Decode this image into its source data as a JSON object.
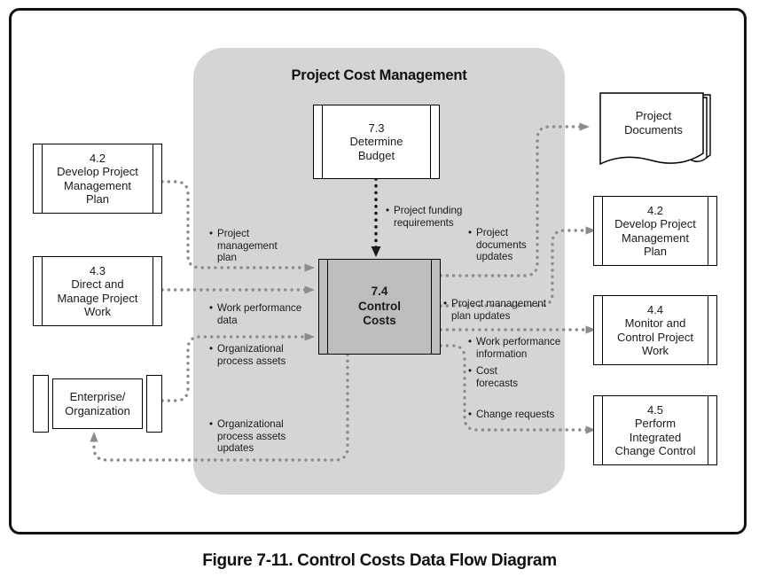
{
  "figure": {
    "caption": "Figure 7-11. Control Costs Data Flow Diagram"
  },
  "knowledge_area": {
    "title": "Project Cost Management",
    "fill_color": "#d5d5d5"
  },
  "colors": {
    "panel_gray": "#d5d5d5",
    "current_process_gray": "#bdbdbd",
    "connector_gray": "#8c8c8c",
    "arrow_gray": "#8c8c8c",
    "solid_arrow_black": "#1a1a1a",
    "border_black": "#000000",
    "page_white": "#ffffff"
  },
  "processes": {
    "inputs_left": [
      {
        "id": "4.2",
        "number": "4.2",
        "name": "Develop Project\nManagement\nPlan",
        "label": "4.2\nDevelop Project\nManagement\nPlan",
        "shape": "process-box"
      },
      {
        "id": "4.3",
        "number": "4.3",
        "name": "Direct and\nManage Project\nWork",
        "label": "4.3\nDirect and\nManage Project\nWork",
        "shape": "process-box"
      },
      {
        "id": "enterprise",
        "number": "",
        "name": "Enterprise/\nOrganization",
        "label": "Enterprise/\nOrganization",
        "shape": "organization-box"
      }
    ],
    "inside_top": {
      "id": "7.3",
      "number": "7.3",
      "name": "Determine\nBudget",
      "label": "7.3\nDetermine\nBudget",
      "shape": "process-box"
    },
    "current": {
      "id": "7.4",
      "number": "7.4",
      "name": "Control\nCosts",
      "label": "7.4\nControl\nCosts",
      "shape": "process-box-highlighted"
    },
    "outputs_right": [
      {
        "id": "project-documents",
        "number": "",
        "name": "Project\nDocuments",
        "label": "Project\nDocuments",
        "shape": "documents-stack"
      },
      {
        "id": "4.2-out",
        "number": "4.2",
        "name": "Develop Project\nManagement\nPlan",
        "label": "4.2\nDevelop Project\nManagement\nPlan",
        "shape": "process-box"
      },
      {
        "id": "4.4",
        "number": "4.4",
        "name": "Monitor and\nControl Project\nWork",
        "label": "4.4\nMonitor and\nControl Project\nWork",
        "shape": "process-box"
      },
      {
        "id": "4.5",
        "number": "4.5",
        "name": "Perform\nIntegrated\nChange Control",
        "label": "4.5\nPerform\nIntegrated\nChange Control",
        "shape": "process-box"
      }
    ]
  },
  "flows": {
    "project_management_plan": "Project\nmanagement\nplan",
    "work_performance_data": "Work performance\ndata",
    "organizational_process_assets": "Organizational\nprocess assets",
    "organizational_process_assets_updates": "Organizational\nprocess assets\nupdates",
    "project_funding_requirements": "Project funding\nrequirements",
    "project_documents_updates": "Project\ndocuments\nupdates",
    "project_management_plan_updates": "Project management\nplan updates",
    "work_performance_information": "Work performance\ninformation",
    "cost_forecasts": "Cost\nforecasts",
    "change_requests": "Change requests"
  }
}
